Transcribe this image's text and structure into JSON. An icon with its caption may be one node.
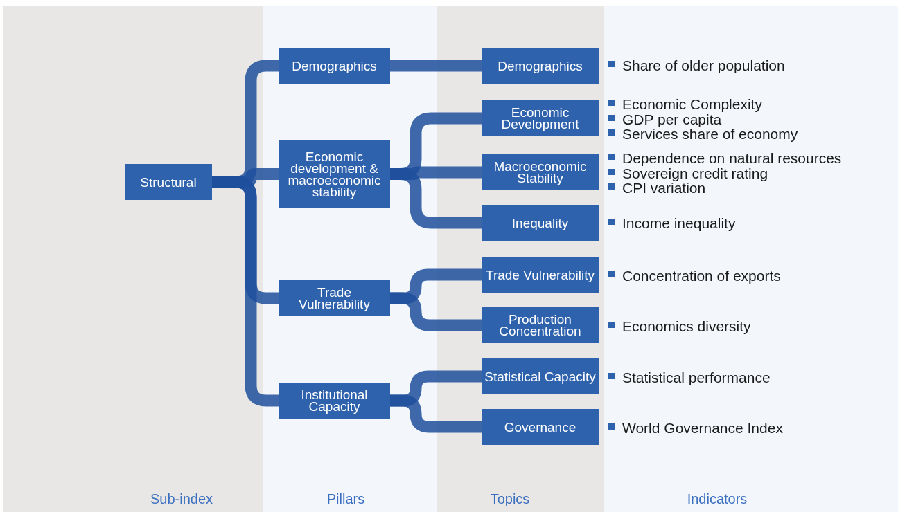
{
  "diagram": {
    "nodes": [
      {
        "text": [
          "Structural"
        ]
      },
      {
        "text": [
          "Demographics"
        ]
      },
      {
        "text": [
          "Economic development & macroeconomic stability"
        ]
      },
      {
        "text": [
          "Trade Vulnerability"
        ]
      },
      {
        "text": [
          "Institutional Capacity"
        ]
      },
      {
        "text": [
          "Demographics"
        ]
      },
      {
        "text": [
          "Economic Development"
        ]
      },
      {
        "text": [
          "Macroeconomic Stability"
        ]
      },
      {
        "text": [
          "Inequality"
        ]
      },
      {
        "text": [
          "Trade Vulnerability"
        ]
      },
      {
        "text": [
          "Production Concentration"
        ]
      },
      {
        "text": [
          "Statistical Capacity"
        ]
      },
      {
        "text": [
          "Governance"
        ]
      }
    ],
    "edges": [
      {
        "from": 0,
        "to": 1,
        "arrow": "none"
      },
      {
        "from": 0,
        "to": 2,
        "arrow": "none"
      },
      {
        "from": 0,
        "to": 3,
        "arrow": "none"
      },
      {
        "from": 0,
        "to": 4,
        "arrow": "none"
      },
      {
        "from": 1,
        "to": 5,
        "arrow": "none"
      },
      {
        "from": 2,
        "to": 6,
        "arrow": "none"
      },
      {
        "from": 2,
        "to": 7,
        "arrow": "none"
      },
      {
        "from": 2,
        "to": 8,
        "arrow": "none"
      },
      {
        "from": 3,
        "to": 9,
        "arrow": "none"
      },
      {
        "from": 3,
        "to": 10,
        "arrow": "none"
      },
      {
        "from": 4,
        "to": 11,
        "arrow": "none"
      },
      {
        "from": 4,
        "to": 12,
        "arrow": "none"
      }
    ],
    "labels": [
      "Share of older population",
      "Economic Complexity",
      "GDP per capita",
      "Services share of economy",
      "Dependence on natural resources",
      "Sovereign credit rating",
      "CPI variation",
      "Income inequality",
      "Concentration of exports",
      "Economics diversity",
      "Statistical performance",
      "World Governance Index",
      "Sub-index",
      "Pillars",
      "Topics",
      "Indicators"
    ]
  }
}
